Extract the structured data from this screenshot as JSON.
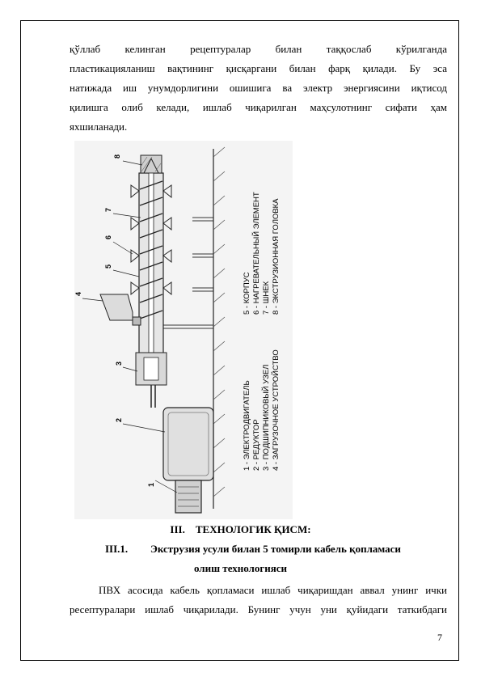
{
  "intro_lines": [
    "қўллаб келинган рецептуралар билан таққослаб кўрилганда",
    "пластикацияланиш вақтининг қисқаргани билан фарқ қилади. Бу эса",
    "натижада иш унумдорлигини ошишига ва электр энергиясини иқтисод",
    "қилишга олиб келади, ишлаб чиқарилган маҳсулотнинг сифати ҳам",
    "яхшиланади."
  ],
  "figure": {
    "numbers": [
      "1",
      "2",
      "3",
      "4",
      "5",
      "6",
      "7",
      "8"
    ],
    "legend_left": [
      "1 - ЭЛЕКТРОДВИГАТЕЛЬ",
      "2 - РЕДУКТОР",
      "3 - ПОДШИПНИКОВЫЙ УЗЕЛ",
      "4 - ЗАГРУЗОЧНОЕ УСТРОЙСТВО"
    ],
    "legend_right": [
      "5 - КОРПУС",
      "6 - НАГРЕВАТЕЛЬНЫЙ ЭЛЕМЕНТ",
      "7 - ШНЕК",
      "8 - ЭКСТРУЗИОННАЯ ГОЛОВКА"
    ]
  },
  "section": {
    "number": "III.",
    "title": "ТЕХНОЛОГИК ҚИСМ:"
  },
  "subsection": {
    "number": "III.1.",
    "title_line1": "Экструзия усули билан 5 томирли кабель қопламаси",
    "title_line2": "олиш технологияси"
  },
  "body_lines": [
    "ПВХ асосида кабель қопламаси ишлаб чиқаришдан аввал унинг ички",
    "ресептуралари ишлаб чиқарилади. Бунинг учун уни қуйидаги таткибдаги"
  ],
  "page_number": "7"
}
